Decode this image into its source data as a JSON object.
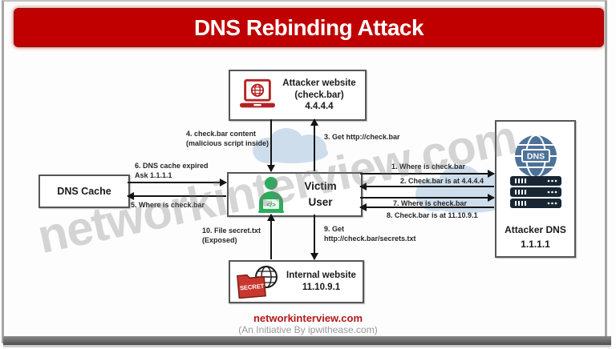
{
  "title": "DNS Rebinding Attack",
  "nodes": {
    "attacker_website": {
      "line1": "Attacker website",
      "line2": "(check.bar)",
      "line3": "4.4.4.4"
    },
    "dns_cache": {
      "label": "DNS Cache"
    },
    "victim": {
      "line1": "Victim",
      "line2": "User",
      "icon_glyph": "</>"
    },
    "attacker_dns": {
      "line1": "Attacker DNS",
      "line2": "1.1.1.1",
      "icon_label": "DNS"
    },
    "internal_website": {
      "line1": "Internal website",
      "line2": "11.10.9.1",
      "icon_label": "SECRET"
    }
  },
  "flows": {
    "f1": "1. Where is check.bar",
    "f2": "2. Check.bar is at 4.4.4.4",
    "f3": "3. Get http://check.bar",
    "f4a": "4. check.bar content",
    "f4b": "(malicious script inside)",
    "f5": "5. Where is check.bar",
    "f6a": "6. DNS cache expired",
    "f6b": "Ask 1.1.1.1",
    "f7": "7. Where is check.bar",
    "f8": "8. Check.bar is at 11.10.9.1",
    "f9a": "9. Get",
    "f9b": "http://check.bar/secrets.txt",
    "f10a": "10. File secret.txt",
    "f10b": "(Exposed)"
  },
  "watermark": "networkinterview.com",
  "footer": {
    "site": "networkinterview.com",
    "tagline": "(An Initiative By ipwithease.com)"
  },
  "colors": {
    "accent_red": "#c00000",
    "icon_red": "#b32222",
    "icon_green": "#2bae5c",
    "icon_blue": "#4d7298",
    "server_dark": "#182634",
    "cloud": "#cdddec"
  }
}
